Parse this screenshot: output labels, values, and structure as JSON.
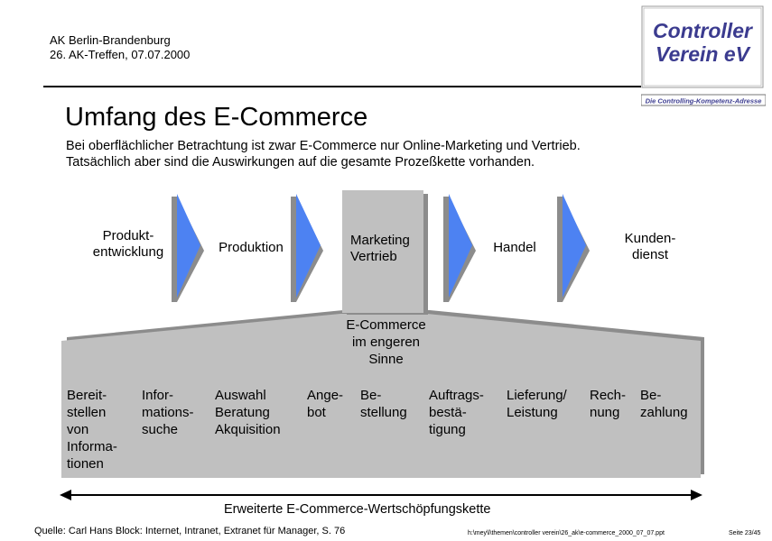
{
  "header": {
    "line1": "AK Berlin-Brandenburg",
    "line2": "26. AK-Treffen, 07.07.2000"
  },
  "logo": {
    "line1": "Controller",
    "line2": "Verein eV",
    "tagline": "Die Controlling-Kompetenz-Adresse"
  },
  "title": "Umfang des E-Commerce",
  "intro": {
    "line1": "Bei oberflächlicher Betrachtung ist zwar E-Commerce nur Online-Marketing und Vertrieb.",
    "line2": "Tatsächlich aber sind die Auswirkungen auf die gesamte Prozeßkette vorhanden."
  },
  "stages": {
    "s1": {
      "line1": "Produkt-",
      "line2": "entwicklung"
    },
    "s2": {
      "line1": "Produktion"
    },
    "s3": {
      "line1": "Marketing",
      "line2": "Vertrieb"
    },
    "s4": {
      "line1": "Handel"
    },
    "s5": {
      "line1": "Kunden-",
      "line2": "dienst"
    }
  },
  "ecommerce_narrow": {
    "line1": "E-Commerce",
    "line2": "im engeren",
    "line3": "Sinne"
  },
  "steps": [
    {
      "l1": "Bereit-",
      "l2": "stellen",
      "l3": "von",
      "l4": "Informa-",
      "l5": "tionen"
    },
    {
      "l1": "Infor-",
      "l2": "mations-",
      "l3": "suche"
    },
    {
      "l1": "Auswahl",
      "l2": "Beratung",
      "l3": "Akquisition"
    },
    {
      "l1": "Ange-",
      "l2": "bot"
    },
    {
      "l1": "Be-",
      "l2": "stellung"
    },
    {
      "l1": "Auftrags-",
      "l2": "bestä-",
      "l3": "tigung"
    },
    {
      "l1": "Lieferung/",
      "l2": "Leistung"
    },
    {
      "l1": "Rech-",
      "l2": "nung"
    },
    {
      "l1": "Be-",
      "l2": "zahlung"
    }
  ],
  "chain_label": "Erweiterte E-Commerce-Wertschöpfungskette",
  "footer": {
    "source": "Quelle: Carl Hans Block: Internet, Intranet, Extranet für Manager, S. 76",
    "path": "h:\\mey\\l\\themen\\controller verein\\26_ak\\e-commerce_2000_07_07.ppt",
    "page": "Seite 23/45"
  },
  "colors": {
    "arrow_blue": "#4d82f2",
    "box_gray": "#c0c0c0",
    "box_shadow": "#8c8c8c",
    "logo_blue": "#3b3b8f"
  }
}
